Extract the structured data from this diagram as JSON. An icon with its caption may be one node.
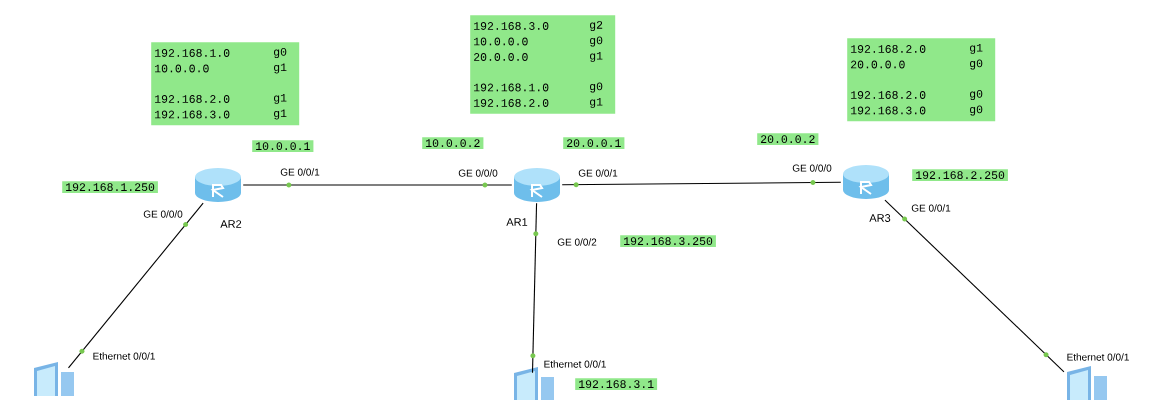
{
  "diagram": {
    "nodes": [
      {
        "text": [
          "192.168.3.0",
          "g2",
          "10.0.0.0",
          "g0",
          "20.0.0.0",
          "g1",
          "192.168.1.0",
          "g0",
          "192.168.2.0",
          "g1"
        ]
      },
      {
        "text": [
          "192.168.1.0",
          "g0",
          "10.0.0.0",
          "g1",
          "192.168.2.0",
          "g1",
          "192.168.3.0",
          "g1"
        ]
      },
      {
        "text": [
          "192.168.2.0",
          "g1",
          "20.0.0.0",
          "g0",
          "192.168.2.0",
          "g0",
          "192.168.3.0",
          "g0"
        ]
      },
      {
        "text": [
          "20.0.0.2"
        ]
      },
      {
        "text": [
          "10.0.0.2"
        ]
      },
      {
        "text": [
          "20.0.0.1"
        ]
      },
      {
        "text": [
          "10.0.0.1"
        ]
      },
      {
        "text": [
          "192.168.2.250"
        ]
      },
      {
        "text": [
          "192.168.1.250"
        ]
      },
      {
        "text": [
          "AR2"
        ]
      },
      {
        "text": [
          "AR1"
        ]
      },
      {
        "text": [
          "AR3"
        ]
      },
      {
        "text": [
          "192.168.3.250"
        ]
      },
      {
        "text": [],
        "shape": "picture"
      },
      {
        "text": [],
        "shape": "picture"
      },
      {
        "text": [
          "192.168.3.1"
        ]
      },
      {
        "text": [],
        "shape": "picture"
      }
    ],
    "edges": [
      {
        "from": 9,
        "to": 10,
        "arrow": "none"
      },
      {
        "from": 10,
        "to": 11,
        "arrow": "none"
      },
      {
        "from": 9,
        "to": 13,
        "arrow": "none"
      },
      {
        "from": 10,
        "to": 14,
        "arrow": "none"
      },
      {
        "from": 11,
        "to": 16,
        "arrow": "none"
      }
    ],
    "labels": [
      "GE 0/0/1",
      "GE 0/0/0",
      "GE 0/0/0",
      "GE 0/0/1",
      "GE 0/0/0",
      "GE 0/0/1",
      "GE 0/0/2",
      "Ethernet 0/0/1",
      "Ethernet 0/0/1",
      "Ethernet 0/0/1"
    ]
  }
}
